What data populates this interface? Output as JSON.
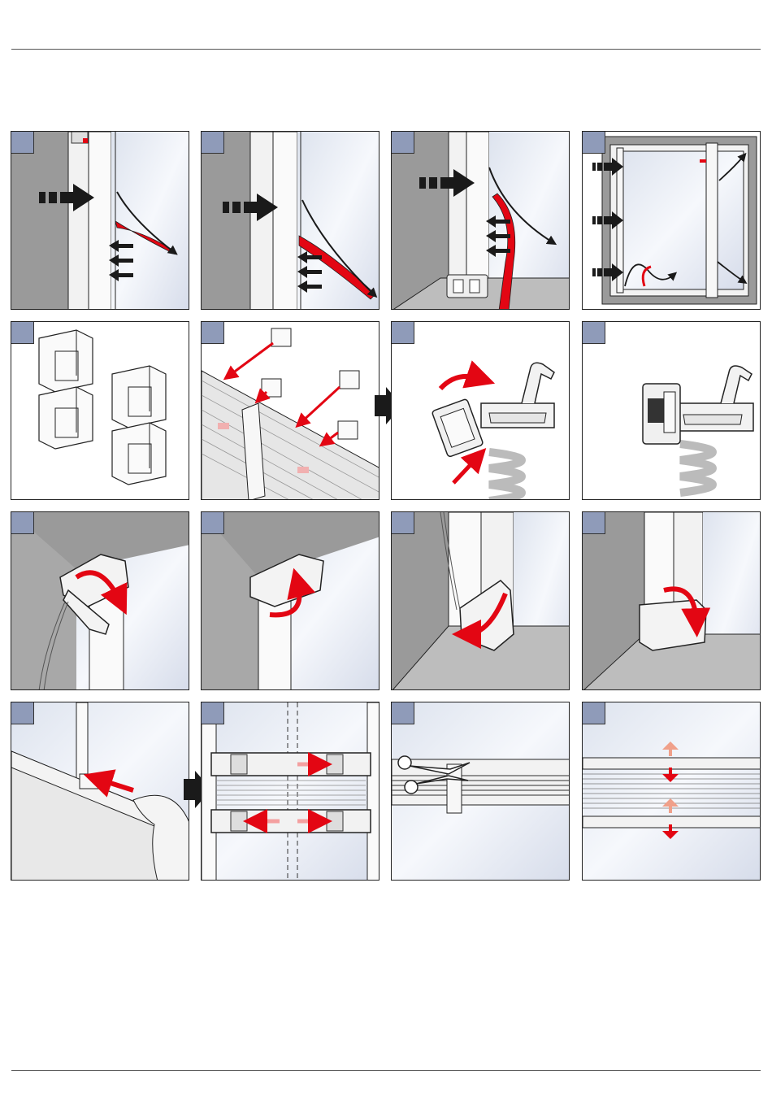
{
  "document": {
    "title": "",
    "panels_per_row": 4,
    "row_count": 5,
    "accent_color": "#e30613",
    "arrow_color": "#1a1a1a",
    "badge_color": "#8f9bb9",
    "glass_color": "#e6eaf2",
    "wall_color": "#9a9a9a"
  },
  "panels": [
    {
      "name": "step-1",
      "depicts": "tape-removal-on-frame"
    },
    {
      "name": "step-2",
      "depicts": "tape-removal-on-frame"
    },
    {
      "name": "step-3",
      "depicts": "tape-removal-corner-clip"
    },
    {
      "name": "step-4",
      "depicts": "window-frame-overview"
    },
    {
      "name": "step-5",
      "depicts": "bracket-parts"
    },
    {
      "name": "step-6",
      "depicts": "brackets-onto-profile"
    },
    {
      "name": "step-7",
      "depicts": "bracket-rotate-onto-rail"
    },
    {
      "name": "step-8",
      "depicts": "bracket-attached-to-rail"
    },
    {
      "name": "step-9",
      "depicts": "bracket-top-corner-rotate"
    },
    {
      "name": "step-10",
      "depicts": "bracket-top-corner-closed"
    },
    {
      "name": "step-11",
      "depicts": "bracket-bottom-corner-rotate"
    },
    {
      "name": "step-12",
      "depicts": "bracket-bottom-corner-closed"
    },
    {
      "name": "step-13",
      "depicts": "slide-clip-on-rail"
    },
    {
      "name": "step-14",
      "depicts": "adjust-clip-position"
    },
    {
      "name": "step-15",
      "depicts": "cut-cord-with-scissors"
    },
    {
      "name": "step-16",
      "depicts": "move-rails-up-down"
    }
  ]
}
